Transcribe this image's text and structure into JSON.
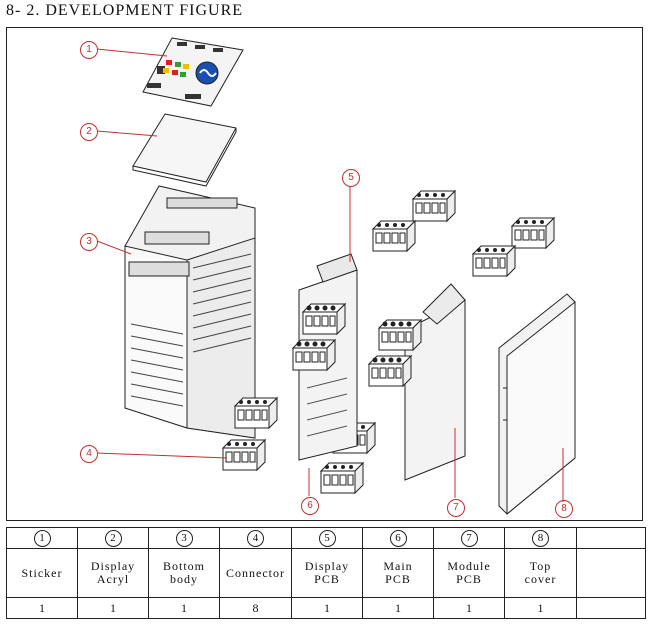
{
  "title": "8- 2. DEVELOPMENT FIGURE",
  "callouts": [
    "1",
    "2",
    "3",
    "4",
    "5",
    "6",
    "7",
    "8"
  ],
  "parts": [
    {
      "no": "1",
      "name_line1": "Sticker",
      "name_line2": "",
      "qty": "1"
    },
    {
      "no": "2",
      "name_line1": "Display",
      "name_line2": "Acryl",
      "qty": "1"
    },
    {
      "no": "3",
      "name_line1": "Bottom",
      "name_line2": "body",
      "qty": "1"
    },
    {
      "no": "4",
      "name_line1": "Connector",
      "name_line2": "",
      "qty": "8"
    },
    {
      "no": "5",
      "name_line1": "Display",
      "name_line2": "PCB",
      "qty": "1"
    },
    {
      "no": "6",
      "name_line1": "Main",
      "name_line2": "PCB",
      "qty": "1"
    },
    {
      "no": "7",
      "name_line1": "Module",
      "name_line2": "PCB",
      "qty": "1"
    },
    {
      "no": "8",
      "name_line1": "Top",
      "name_line2": "cover",
      "qty": "1"
    }
  ]
}
